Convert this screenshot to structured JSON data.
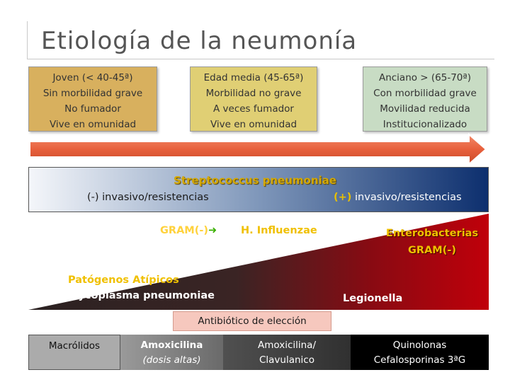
{
  "title": "Etiología de la neumonía",
  "age_groups": [
    {
      "lines": [
        "Joven (< 40-45ª)",
        "Sin morbilidad grave",
        "No fumador",
        "Vive en omunidad"
      ],
      "color": "#d8b05e"
    },
    {
      "lines": [
        "Edad  media (45-65ª)",
        "Morbilidad no grave",
        "A veces fumador",
        "Vive en omunidad"
      ],
      "color": "#e0cf74"
    },
    {
      "lines": [
        "Anciano > (65-70ª)",
        "Con morbilidad grave",
        "Movilidad reducida",
        "Institucionalizado"
      ],
      "color": "#c8dcc4"
    }
  ],
  "streptococcus": {
    "name": "Streptococcus pneumoniae",
    "neg_sign": "(-)",
    "neg_text": " invasivo/resistencias",
    "pos_sign": "(+)",
    "pos_text": " invasivo/resistencias"
  },
  "pathogens": {
    "gram_neg": "GRAM(-)",
    "gram_arrow": "➜",
    "h_influenzae": "H. Influenzae",
    "enterobacterias": "Enterobacterias",
    "enterobacterias_gram": "GRAM(-)",
    "atipicos": "Patógenos Atípicos",
    "mycoplasma": "Mycoplasma pneumoniae",
    "legionella": "Legionella"
  },
  "antibiotic_label": "Antibiótico de elección",
  "antibiotics": [
    {
      "line1": "Macrólidos",
      "line2": ""
    },
    {
      "line1": "Amoxicilina",
      "line2": "(dosis altas)"
    },
    {
      "line1": "Amoxicilina/",
      "line2": "Clavulanico"
    },
    {
      "line1": "Quinolonas",
      "line2": "Cefalosporinas 3ªG"
    }
  ],
  "colors": {
    "arrow": "#e8603c",
    "band_blue": "#0d2f6e",
    "triangle_red": "#c0000a",
    "triangle_dark": "#2b2222",
    "accent_yellow": "#f0c000"
  }
}
